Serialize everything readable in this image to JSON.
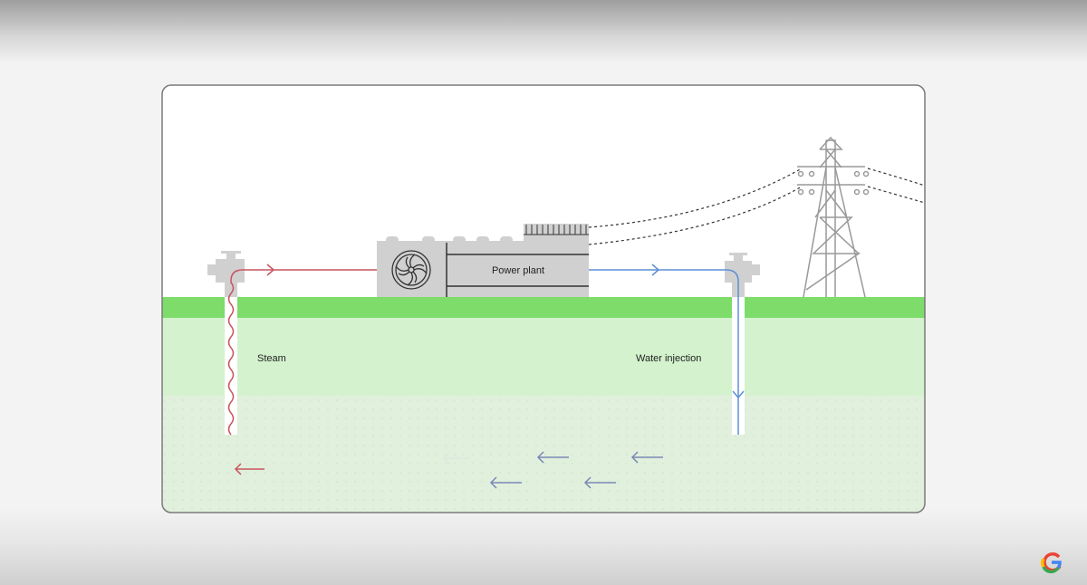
{
  "diagram": {
    "power_plant_label": "Power plant",
    "steam_label": "Steam",
    "water_injection_label": "Water injection"
  },
  "colors": {
    "steam": "#c9545e",
    "water": "#5b8fd6",
    "grass": "#7ddc6a",
    "soil": "#d3f2cd",
    "deep": "#e0f0dc",
    "machine": "#d0d0d0"
  },
  "logo": {
    "brand": "Google"
  }
}
